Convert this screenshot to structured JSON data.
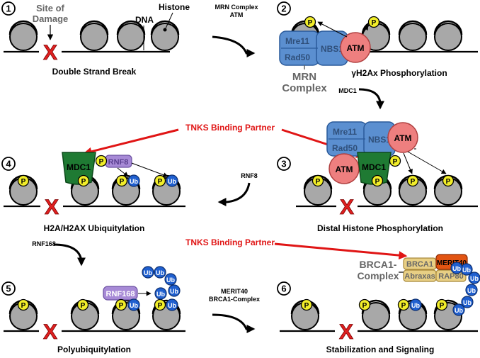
{
  "steps": [
    {
      "number": "1",
      "caption": "Double Strand Break"
    },
    {
      "number": "2",
      "caption": "γH2Ax Phosphorylation"
    },
    {
      "number": "3",
      "caption": "Distal Histone Phosphorylation"
    },
    {
      "number": "4",
      "caption": "H2A/H2AX Ubiquitylation"
    },
    {
      "number": "5",
      "caption": "Polyubiquitylation"
    },
    {
      "number": "6",
      "caption": "Stabilization and Signaling"
    }
  ],
  "labels": {
    "site_of_damage_1": "Site of",
    "site_of_damage_2": "Damage",
    "dna": "DNA",
    "histone": "Histone",
    "mrn_complex_1": "MRN",
    "mrn_complex_2": "Complex",
    "brca1_complex_1": "BRCA1-",
    "brca1_complex_2": "Complex",
    "tnks_partner_1": "TNKS Binding Partner",
    "tnks_partner_2": "TNKS Binding Partner"
  },
  "transitions": {
    "t12_line1": "MRN Complex",
    "t12_line2": "ATM",
    "t23": "MDC1",
    "t34": "RNF8",
    "t45": "RNF168",
    "t56_line1": "MERIT40",
    "t56_line2": "BRCA1-Complex"
  },
  "proteins": {
    "mre11": "Mre11",
    "rad50": "Rad50",
    "nbs1": "NBS1",
    "atm": "ATM",
    "mdc1": "MDC1",
    "rnf8": "RNF8",
    "rnf168": "RNF168",
    "brca1": "BRCA1",
    "abraxas": "Abraxas",
    "rap80": "RAP80",
    "merit40": "MERIT40"
  },
  "marks": {
    "phospho": "P",
    "ubiquitin": "Ub",
    "break": "X"
  },
  "colors": {
    "histone": "#a8a8a8",
    "phospho": "#f2ee2a",
    "ubiquitin": "#1f5fcf",
    "mrn": "#5b8fd0",
    "atm": "#ee7f7f",
    "mdc1": "#1f7a33",
    "rnf8": "#a78ad6",
    "brca1_complex": "#e8cf84",
    "merit40": "#e25412",
    "break": "#e02020",
    "tnks_arrow": "#e01515"
  }
}
